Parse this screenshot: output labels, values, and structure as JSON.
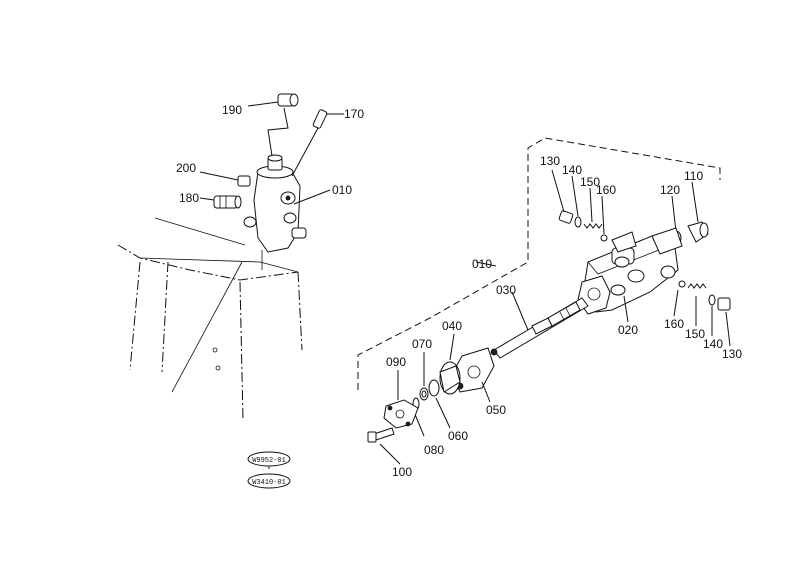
{
  "labels": {
    "p190": "190",
    "p170": "170",
    "p200": "200",
    "p010a": "010",
    "p180": "180",
    "p130a": "130",
    "p140a": "140",
    "p150a": "150",
    "p160a": "160",
    "p120": "120",
    "p110": "110",
    "p010b": "010",
    "p030": "030",
    "p040": "040",
    "p070": "070",
    "p090": "090",
    "p020": "020",
    "p160b": "160",
    "p150b": "150",
    "p140b": "140",
    "p130b": "130",
    "p050": "050",
    "p060": "060",
    "p080": "080",
    "p100": "100"
  },
  "stamps": {
    "top": "W9952-01",
    "mid": "*",
    "bottom": "W3410-01"
  }
}
